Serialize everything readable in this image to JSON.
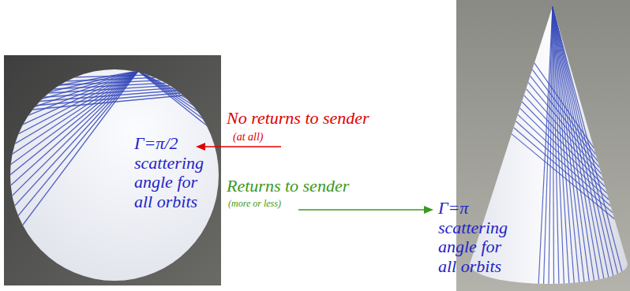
{
  "diagram": {
    "labels": [
      "No returns to sender",
      "(at all)",
      "Γ=π/2 scattering angle for all orbits",
      "Returns to sender",
      "(more or less)",
      "Γ=π scattering angle for all orbits"
    ]
  }
}
